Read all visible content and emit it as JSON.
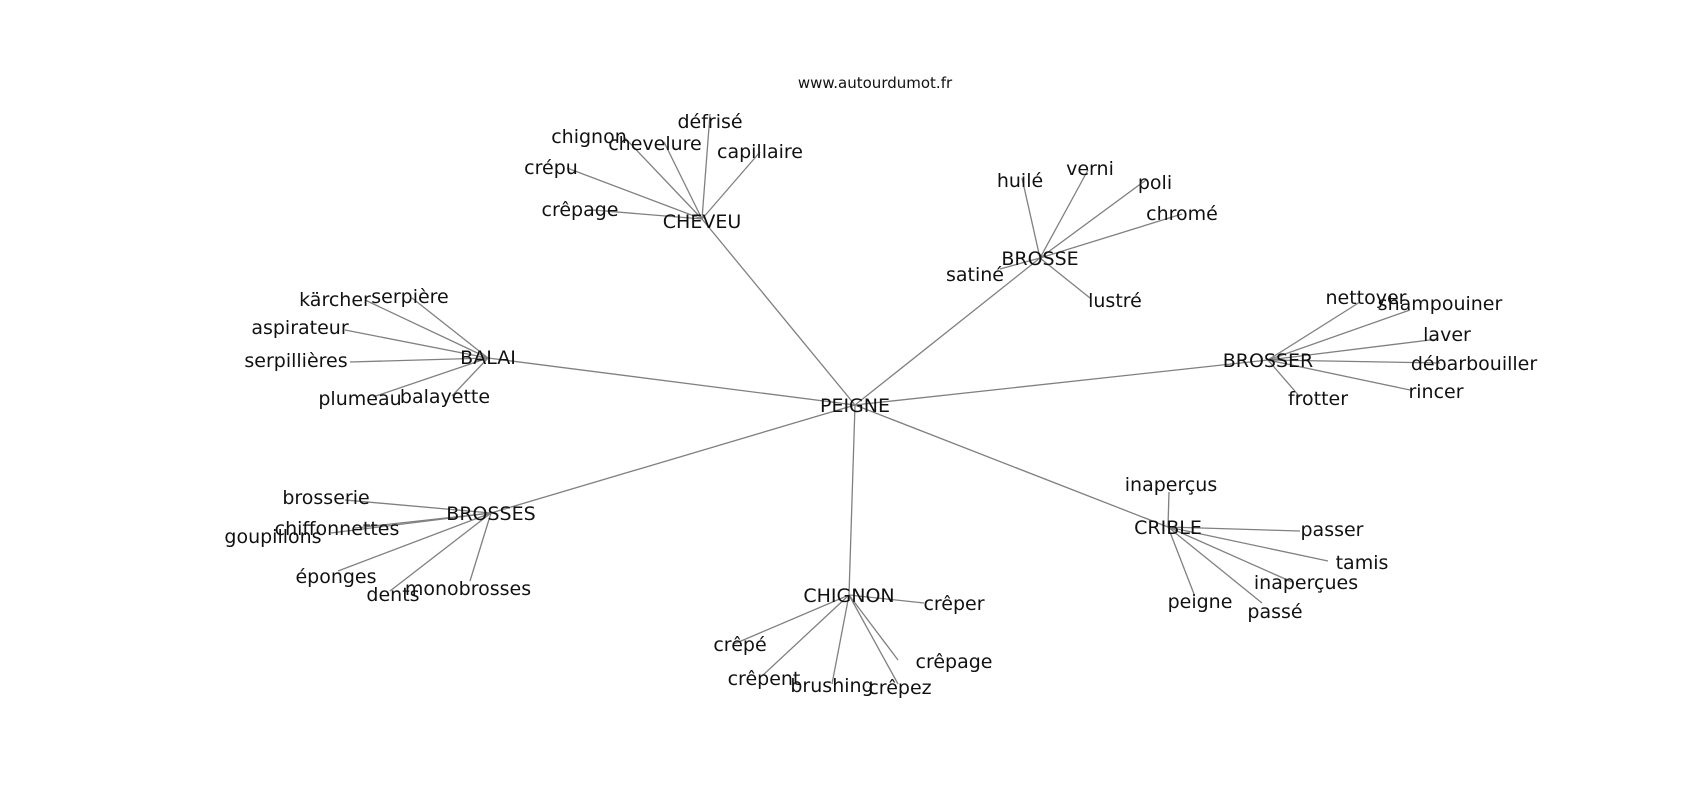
{
  "credit": "www.autourdumot.fr",
  "graph": {
    "center": "PEIGNE",
    "clusters": [
      {
        "name": "CHEVEU",
        "words": [
          "chignon",
          "chevelure",
          "défrisé",
          "capillaire",
          "crépu",
          "crêpage"
        ]
      },
      {
        "name": "BROSSE",
        "words": [
          "huilé",
          "verni",
          "poli",
          "chromé",
          "satiné",
          "lustré"
        ]
      },
      {
        "name": "BALAI",
        "words": [
          "kärcher",
          "serpière",
          "aspirateur",
          "serpillières",
          "plumeau",
          "balayette"
        ]
      },
      {
        "name": "BROSSER",
        "words": [
          "nettoyer",
          "shampouiner",
          "laver",
          "débarbouiller",
          "rincer",
          "frotter"
        ]
      },
      {
        "name": "BROSSES",
        "words": [
          "brosserie",
          "chiffonnettes",
          "goupillons",
          "éponges",
          "dents",
          "monobrosses"
        ]
      },
      {
        "name": "CRIBLE",
        "words": [
          "inaperçus",
          "passer",
          "tamis",
          "inaperçues",
          "peigne",
          "passé"
        ]
      },
      {
        "name": "CHIGNON",
        "words": [
          "crêper",
          "crêpé",
          "crêpage",
          "crêpent",
          "brushing",
          "crêpez"
        ]
      }
    ]
  }
}
